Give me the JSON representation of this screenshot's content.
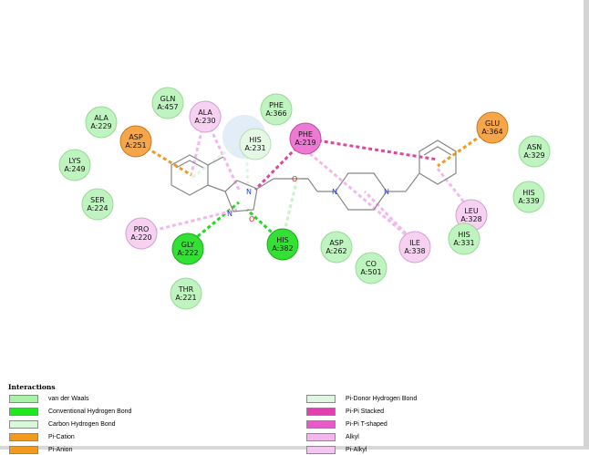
{
  "residues": [
    {
      "id": "ala229",
      "name": "ALA",
      "chain_id": "A:229",
      "type": "van-der-waals"
    },
    {
      "id": "gln457",
      "name": "GLN",
      "chain_id": "A:457",
      "type": "van-der-waals"
    },
    {
      "id": "ala230",
      "name": "ALA",
      "chain_id": "A:230",
      "type": "alkyl"
    },
    {
      "id": "phe366",
      "name": "PHE",
      "chain_id": "A:366",
      "type": "van-der-waals"
    },
    {
      "id": "asp251",
      "name": "ASP",
      "chain_id": "A:251",
      "type": "pi-anion"
    },
    {
      "id": "his231",
      "name": "HIS",
      "chain_id": "A:231",
      "type": "carbon-hydrogen"
    },
    {
      "id": "phe219",
      "name": "PHE",
      "chain_id": "A:219",
      "type": "pi-pi-tshaped"
    },
    {
      "id": "glu364",
      "name": "GLU",
      "chain_id": "A:364",
      "type": "pi-anion"
    },
    {
      "id": "asn329",
      "name": "ASN",
      "chain_id": "A:329",
      "type": "van-der-waals"
    },
    {
      "id": "lys249",
      "name": "LYS",
      "chain_id": "A:249",
      "type": "van-der-waals"
    },
    {
      "id": "ser224",
      "name": "SER",
      "chain_id": "A:224",
      "type": "van-der-waals"
    },
    {
      "id": "his339",
      "name": "HIS",
      "chain_id": "A:339",
      "type": "van-der-waals"
    },
    {
      "id": "leu328",
      "name": "LEU",
      "chain_id": "A:328",
      "type": "alkyl"
    },
    {
      "id": "pro220",
      "name": "PRO",
      "chain_id": "A:220",
      "type": "alkyl"
    },
    {
      "id": "gly222",
      "name": "GLY",
      "chain_id": "A:222",
      "type": "conventional-hbond"
    },
    {
      "id": "his382",
      "name": "HIS",
      "chain_id": "A:382",
      "type": "conventional-hbond"
    },
    {
      "id": "asp262",
      "name": "ASP",
      "chain_id": "A:262",
      "type": "van-der-waals"
    },
    {
      "id": "ile338",
      "name": "ILE",
      "chain_id": "A:338",
      "type": "alkyl"
    },
    {
      "id": "his331",
      "name": "HIS",
      "chain_id": "A:331",
      "type": "van-der-waals"
    },
    {
      "id": "co501",
      "name": "CO",
      "chain_id": "A:501",
      "type": "van-der-waals"
    },
    {
      "id": "thr221",
      "name": "THR",
      "chain_id": "A:221",
      "type": "van-der-waals"
    }
  ],
  "atoms": {
    "N": "N",
    "O": "O"
  },
  "legend": {
    "title": "Interactions",
    "items": [
      {
        "label": "van der Waals",
        "color": "#a9f0a9"
      },
      {
        "label": "Conventional Hydrogen Bond",
        "color": "#22e622"
      },
      {
        "label": "Carbon Hydrogen Bond",
        "color": "#d9f7d9"
      },
      {
        "label": "Pi-Cation",
        "color": "#f29a1e"
      },
      {
        "label": "Pi-Anion",
        "color": "#f29a1e"
      },
      {
        "label": "Pi-Donor Hydrogen Bond",
        "color": "#e2f5e2"
      },
      {
        "label": "Pi-Pi Stacked",
        "color": "#e040b0"
      },
      {
        "label": "Pi-Pi T-shaped",
        "color": "#e85ac8"
      },
      {
        "label": "Alkyl",
        "color": "#f2b8ee"
      },
      {
        "label": "Pi-Alkyl",
        "color": "#f6c6f2"
      }
    ]
  }
}
